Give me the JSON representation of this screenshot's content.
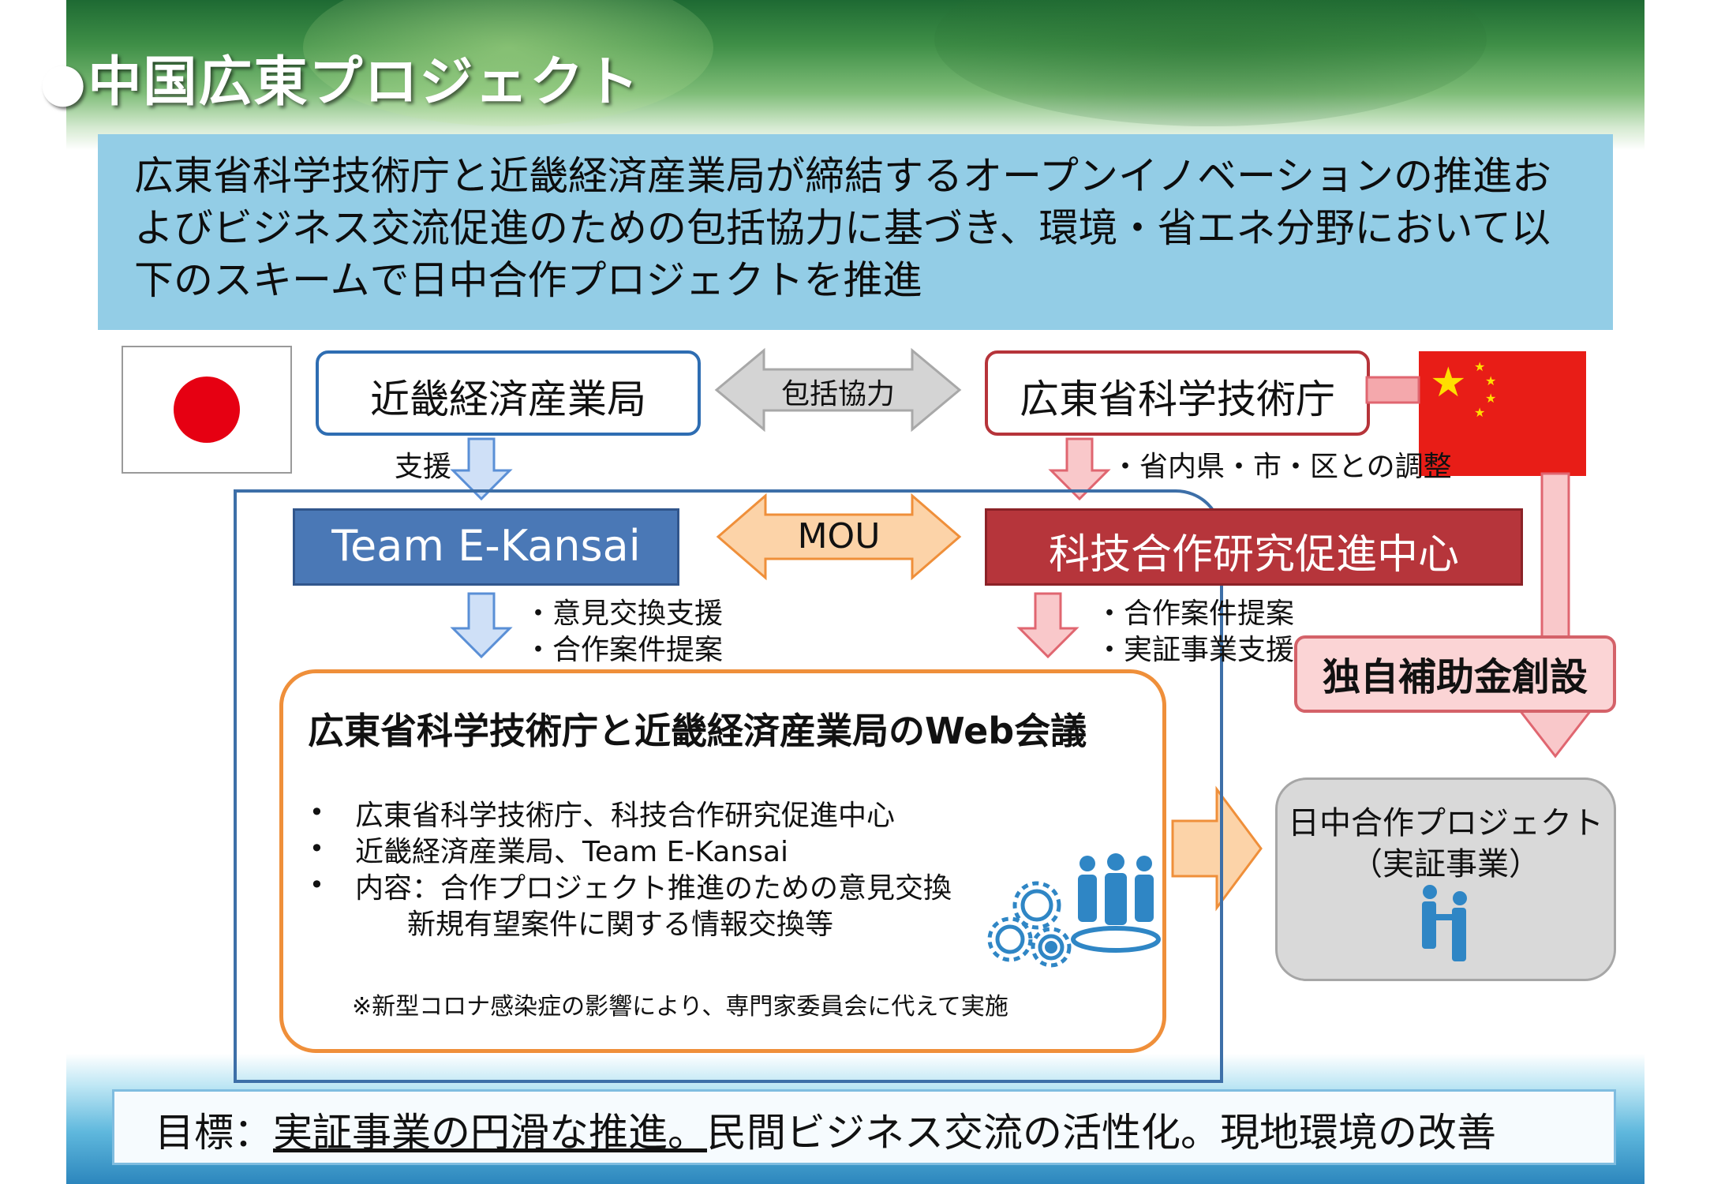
{
  "title": "●中国広東プロジェクト",
  "intro": "広東省科学技術庁と近畿経済産業局が締結するオープンイノベーションの推進およびビジネス交流促進のための包括協力に基づき、環境・省エネ分野において以下のスキームで日中合作プロジェクトを推進",
  "japan_side": {
    "agency": "近畿経済産業局",
    "support_label": "支援",
    "team": "Team E-Kansai",
    "team_actions": [
      "・意見交換支援",
      "・合作案件提案"
    ]
  },
  "china_side": {
    "agency": "広東省科学技術庁",
    "coord_label": "・省内県・市・区との調整",
    "center": "科技合作研究促進中心",
    "center_actions": [
      "・合作案件提案",
      "・実証事業支援"
    ]
  },
  "agreement_label": "包括協力",
  "mou_label": "MOU",
  "web_meeting": {
    "title": "広東省科学技術庁と近畿経済産業局のWeb会議",
    "bullets": [
      "広東省科学技術庁、科技合作研究促進中心",
      "近畿経済産業局、Team E-Kansai",
      "内容：合作プロジェクト推進のための意見交換"
    ],
    "bullet_cont": "新規有望案件に関する情報交換等",
    "note": "※新型コロナ感染症の影響により、専門家委員会に代えて実施"
  },
  "subsidy": "独自補助金創設",
  "project": {
    "title": "日中合作プロジェクト",
    "subtitle": "（実証事業）"
  },
  "goal": {
    "prefix": "目標：",
    "items": [
      "実証事業の円滑な推進。",
      "民間ビジネス交流の活性化。",
      "現地環境の改善"
    ]
  },
  "colors": {
    "blue_box": "#4a78b6",
    "red_box": "#b6353b",
    "orange_border": "#ef8f3a",
    "intro_bg": "#93cde6"
  },
  "icons": [
    "flag-japan",
    "flag-china",
    "gears-icon",
    "team-icon",
    "handshake-icon"
  ]
}
